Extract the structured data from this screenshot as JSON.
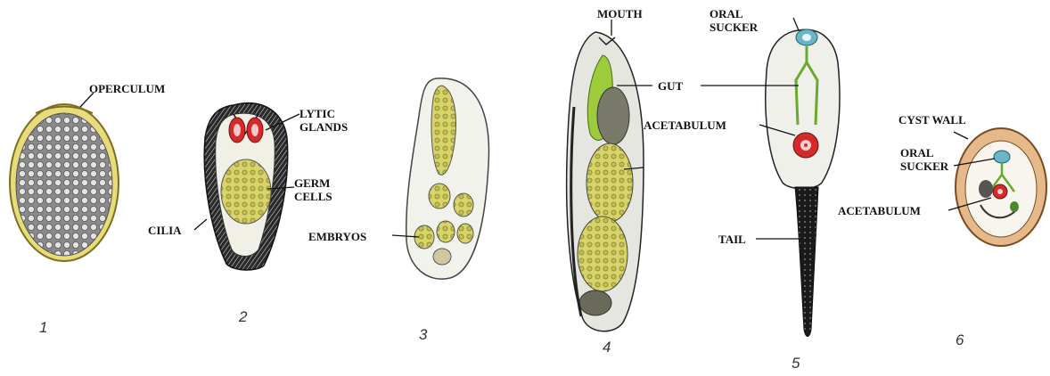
{
  "labels": {
    "operculum": "OPERCULUM",
    "lytic_glands_1": "LYTIC",
    "lytic_glands_2": "GLANDS",
    "germ_cells_1": "GERM",
    "germ_cells_2": "CELLS",
    "cilia": "CILIA",
    "embryos": "EMBRYOS",
    "mouth": "MOUTH",
    "gut": "GUT",
    "acetabulum_5": "ACETABULUM",
    "tail": "TAIL",
    "oral_sucker_5_1": "ORAL",
    "oral_sucker_5_2": "SUCKER",
    "cyst_wall": "CYST WALL",
    "oral_sucker_6_1": "ORAL",
    "oral_sucker_6_2": "SUCKER",
    "acetabulum_6": "ACETABULUM"
  },
  "stages": [
    "1",
    "2",
    "3",
    "4",
    "5",
    "6"
  ],
  "colors": {
    "shell": "#e8dc7a",
    "yolk": "#d8d46a",
    "gland": "#d42a2a",
    "gut": "#9ccc3c",
    "sucker": "#6ab6c6",
    "cyst": "#e6b98a",
    "ink": "#111111"
  }
}
